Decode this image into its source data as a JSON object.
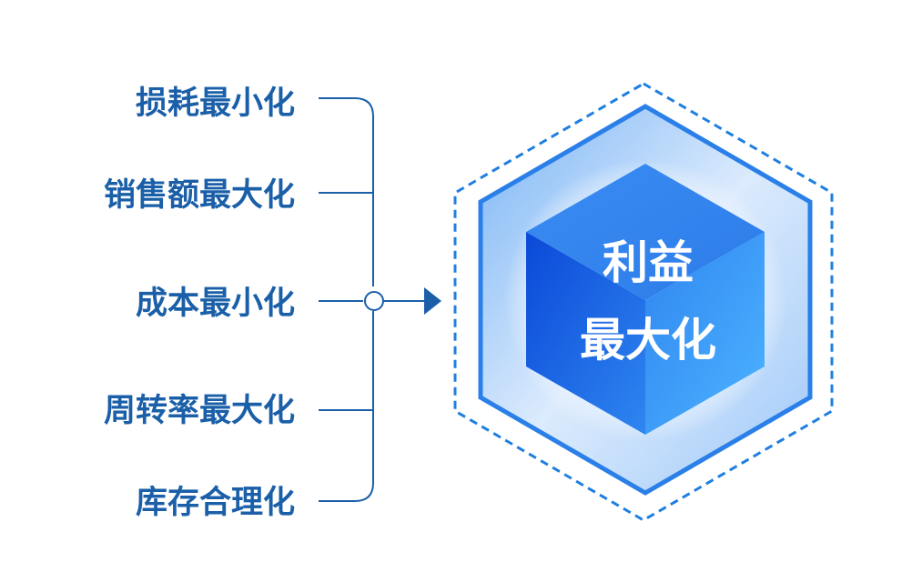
{
  "goals": [
    {
      "label": "损耗最小化"
    },
    {
      "label": "销售额最大化"
    },
    {
      "label": "成本最小化"
    },
    {
      "label": "周转率最大化"
    },
    {
      "label": "库存合理化"
    }
  ],
  "center": {
    "line1": "利益",
    "line2": "最大化"
  },
  "colors": {
    "label_text": "#1a5fa8",
    "connector": "#1a5fa8",
    "dashed_outline": "#1f7fe0",
    "hex_outer": "#2a7fe8",
    "hex_inner_light": "#e6f1fe",
    "cube_dark": "#1358e0",
    "cube_light": "#4aa8ff"
  }
}
